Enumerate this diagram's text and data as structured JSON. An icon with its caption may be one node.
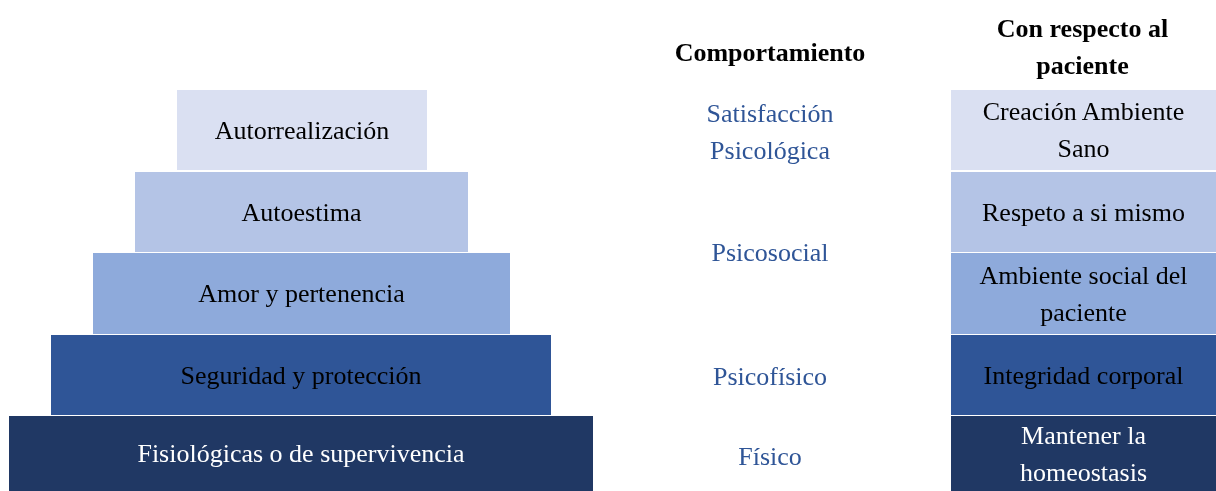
{
  "diagram": {
    "nodes": [
      {
        "text": [
          "Autorrealización"
        ]
      },
      {
        "text": [
          "Autoestima"
        ]
      },
      {
        "text": [
          "Amor y pertenencia"
        ]
      },
      {
        "text": [
          "Seguridad y protección"
        ]
      },
      {
        "text": [
          "Fisiológicas o de supervivencia"
        ]
      },
      {
        "text": [
          "Creación Ambiente Sano"
        ]
      },
      {
        "text": [
          "Respeto a si mismo"
        ]
      },
      {
        "text": [
          "Ambiente social del paciente"
        ]
      },
      {
        "text": [
          "Integridad corporal"
        ]
      },
      {
        "text": [
          "Mantener la homeostasis"
        ]
      }
    ],
    "labels": [
      "Comportamiento",
      "Con respecto al paciente",
      "Satisfacción Psicológica",
      "Psicosocial",
      "Psicofísico",
      "Físico"
    ]
  }
}
